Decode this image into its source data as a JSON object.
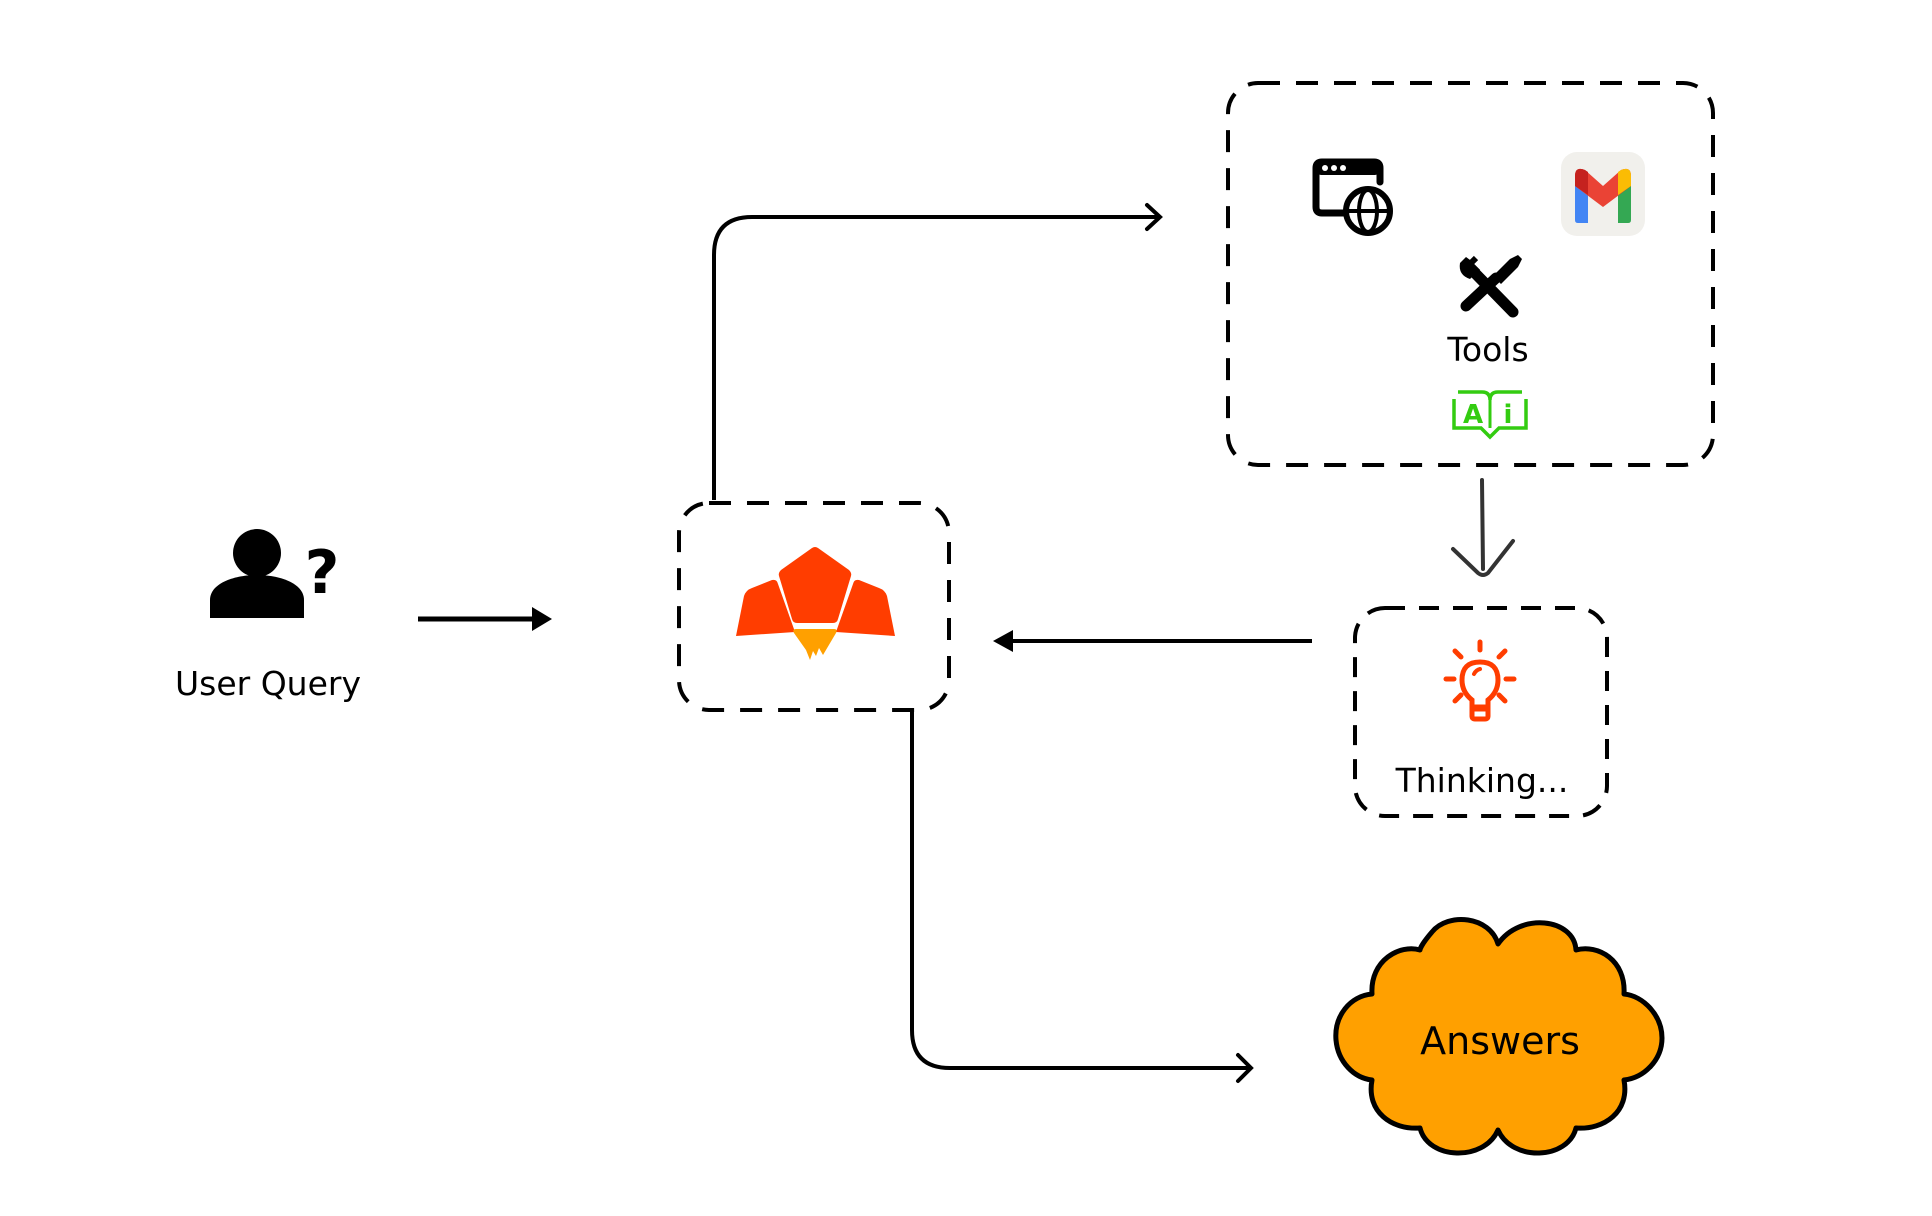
{
  "nodes": {
    "user_query": {
      "label": "User Query",
      "icon": "user-question-icon"
    },
    "agent": {
      "icon": "agent-logo-icon",
      "colors": {
        "primary": "#ff3d00",
        "accent": "#ffa000"
      }
    },
    "tools": {
      "label": "Tools",
      "icons": [
        "web-browser-globe-icon",
        "gmail-icon",
        "tools-wrench-screwdriver-icon",
        "ai-book-icon"
      ],
      "ai_book_text": {
        "left": "A",
        "right": "i"
      },
      "colors": {
        "ai_book": "#33cc11",
        "gmail_bg": "#f1f0ec"
      }
    },
    "thinking": {
      "label": "Thinking...",
      "icon": "lightbulb-icon",
      "color": "#ff3d00"
    },
    "answers": {
      "label": "Answers",
      "shape": "cloud",
      "fill": "#ffa000"
    }
  },
  "edges": [
    {
      "from": "user_query",
      "to": "agent"
    },
    {
      "from": "agent",
      "to": "tools"
    },
    {
      "from": "tools",
      "to": "thinking"
    },
    {
      "from": "thinking",
      "to": "agent"
    },
    {
      "from": "agent",
      "to": "answers"
    }
  ]
}
